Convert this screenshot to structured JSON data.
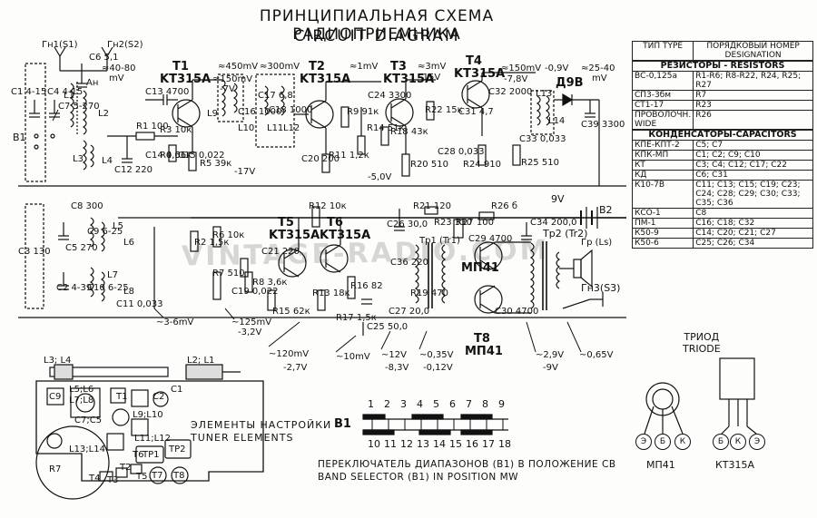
{
  "title_ru": "ПРИНЦИПИАЛЬНАЯ СХЕМА РАДИОПРИЕМНИКА",
  "title_en": "CIRCUIT DIAGRAM",
  "watermark": "VINTAGE-RADIO.COM",
  "transistors": {
    "t1": "T1",
    "t1_type": "KT315A",
    "t2": "T2",
    "t2_type": "KT315A",
    "t3": "T3",
    "t3_type": "KT315A",
    "t4": "T4",
    "t4_type": "KT315A",
    "t5": "T5",
    "t5_type": "KT315A",
    "t6": "T6",
    "t6_type": "KT315A",
    "t7": "T7",
    "t7_type": "МП41",
    "t8": "T8",
    "t8_type": "МП41",
    "d9v": "Д9В"
  },
  "voltages": {
    "v1": "≈40-80",
    "v1u": "mV",
    "v2": "≈150mV",
    "v3": "-7V",
    "v4": "≈450mV",
    "v5": "≈300mV",
    "v6": "≈1mV",
    "v7": "≈3mV",
    "v8": "-15V",
    "v9": "≈150mV",
    "v10": "-0,9V",
    "v11": "-7,8V",
    "v12": "≈25-40",
    "v12u": "mV",
    "v13": "-17V",
    "v14": "-5,0V",
    "v15": "~3-6mV",
    "v16": "~125mV",
    "v17": "-3,2V",
    "v18": "~120mV",
    "v19": "-2,7V",
    "v20": "~10mV",
    "v21": "~12V",
    "v22": "-8,3V",
    "v23": "~0,35V",
    "v24": "-0,12V",
    "v25": "~2,9V",
    "v26": "-9V",
    "v27": "~0,65V",
    "v28": "9V"
  },
  "parts": {
    "gn1": "Гн1(S1)",
    "gn2": "Гн2(S2)",
    "gn3": "Гн3(S3)",
    "c6": "C6 5,1",
    "c1": "C1 4-15",
    "c4": "C4 4-15",
    "c7": "C7 5-270",
    "an": "Ан",
    "l1": "L1",
    "l2": "L2",
    "l3": "L3",
    "l4": "L4",
    "r1": "R1 100",
    "c12": "C12 220",
    "c13": "C13 4700",
    "r3": "R3 10к",
    "r4": "R4 56к",
    "c14": "C14 0,01",
    "c15": "C15 0,022",
    "r5": "R5 39к",
    "l9": "L9",
    "l10": "L10",
    "l11": "L11",
    "l12": "L12",
    "c17": "C17 6,8",
    "c18": "C18 1000",
    "c16": "C16 1000",
    "r9": "R9 91к",
    "r11": "R11 1,2к",
    "c20": "C20 200",
    "c24": "C24 3300",
    "r14": "R14 51к",
    "r18": "R18 43к",
    "r22": "R22 15к",
    "c31": "C31 4,7",
    "c32": "C32 2000",
    "c28": "C28 0,033",
    "r20": "R20 510",
    "r24": "R24 910",
    "r25": "R25 510",
    "c33": "C33 0,033",
    "l13": "L13",
    "l14": "L14",
    "c39": "C39 3300",
    "c8": "C8 300",
    "c9": "C9 6-25",
    "c3": "C3 130",
    "c5": "C5 270",
    "c10": "C10 6-25",
    "c2": "C2 4-39",
    "l5": "L5",
    "l6": "L6",
    "l7": "L7",
    "l8": "L8",
    "c11": "C11 0,033",
    "r2": "R2 1,5к",
    "r6": "R6 10к",
    "r7": "R7 510",
    "c19": "C19 0,022",
    "r8": "R8 3,6к",
    "c21": "C21 220",
    "r12": "R12 10к",
    "r13": "R13 18к",
    "r16": "R16 82",
    "r15": "R15 62к",
    "r17": "R17 1,5к",
    "c25": "C25 50,0",
    "c26": "C26 30,0",
    "r21": "R21 120",
    "r23": "R23 330",
    "r27": "R27 100",
    "c34": "C34 200,0",
    "r26": "R26 б",
    "c36": "C36 220",
    "r19": "R19 470",
    "c27": "C27 20,0",
    "c29": "C29 4700",
    "c30": "C30 4700",
    "tr1": "Tp1 (Tr1)",
    "tr2": "Tp2 (Tr2)",
    "gr": "Гр (Ls)",
    "b1": "B1",
    "b2": "B2"
  },
  "component_table": {
    "header": [
      "ТИП TYPE",
      "ПОРЯДКОВЫЙ НОМЕР DESIGNATION"
    ],
    "resistors_title": "РЕЗИСТОРЫ - RESISTORS",
    "resistors": [
      [
        "ВС-0,125а",
        "R1-R6; R8-R22, R24, R25; R27"
      ],
      [
        "СП3-3бм",
        "R7"
      ],
      [
        "СТ1-17",
        "R23"
      ],
      [
        "ПРОВОЛОЧН. WIDE",
        "R26"
      ]
    ],
    "capacitors_title": "КОНДЕНСАТОРЫ-CAPACITORS",
    "capacitors": [
      [
        "КПЕ-КПТ-2",
        "C5; C7"
      ],
      [
        "КПК-МП",
        "C1; C2; C9; C10"
      ],
      [
        "КТ",
        "C3; C4; C12; C17; C22"
      ],
      [
        "КД",
        "C6; C31"
      ],
      [
        "К10-7В",
        "C11; C13; C15; C19; C23; C24; C28; C29; C30; C33; C35; C36"
      ],
      [
        "КСО-1",
        "C8"
      ],
      [
        "ПМ-1",
        "C16; C18; C32"
      ],
      [
        "К50-9",
        "C14; C20; C21; C27"
      ],
      [
        "К50-6",
        "C25; C26; C34"
      ]
    ]
  },
  "layout_labels": {
    "l3l4": "L3; L4",
    "l2l1": "L2; L1",
    "c9": "C9",
    "l5l6": "L5;L6",
    "l7l8": "L7;L8",
    "t1": "T1",
    "c2": "C2",
    "c1": "C1",
    "c7c5": "C7;C5",
    "l9l10": "L9;L10",
    "l11l12": "L11;L12",
    "l13l14": "L13;L14",
    "t2": "T2",
    "t3": "T3",
    "t4": "T4",
    "t5": "T5",
    "t6": "T6",
    "r7": "R7",
    "t7": "T7",
    "t8": "T8",
    "tr1": "TP1",
    "tr2": "TP2"
  },
  "tuner_ru": "ЭЛЕМЕНТЫ НАСТРОЙКИ",
  "tuner_en": "TUNER ELEMENTS",
  "switch_label": "B1",
  "switch_top": [
    "1",
    "2",
    "3",
    "4",
    "5",
    "6",
    "7",
    "8",
    "9"
  ],
  "switch_bottom": [
    "10",
    "11",
    "12",
    "13",
    "14",
    "15",
    "16",
    "17",
    "18"
  ],
  "switch_note_ru": "ПЕРЕКЛЮЧАТЕЛЬ ДИАПАЗОНОВ (B1) В ПОЛОЖЕНИЕ СВ",
  "switch_note_en": "BAND SELECTOR (B1) IN POSITION MW",
  "triode_ru": "ТРИОД",
  "triode_en": "TRIODE",
  "pinout_mp41": [
    "Э",
    "Б",
    "К"
  ],
  "pinout_kt315": [
    "Б",
    "К",
    "Э"
  ],
  "pkg_mp41": "МП41",
  "pkg_kt315": "КТ315А"
}
